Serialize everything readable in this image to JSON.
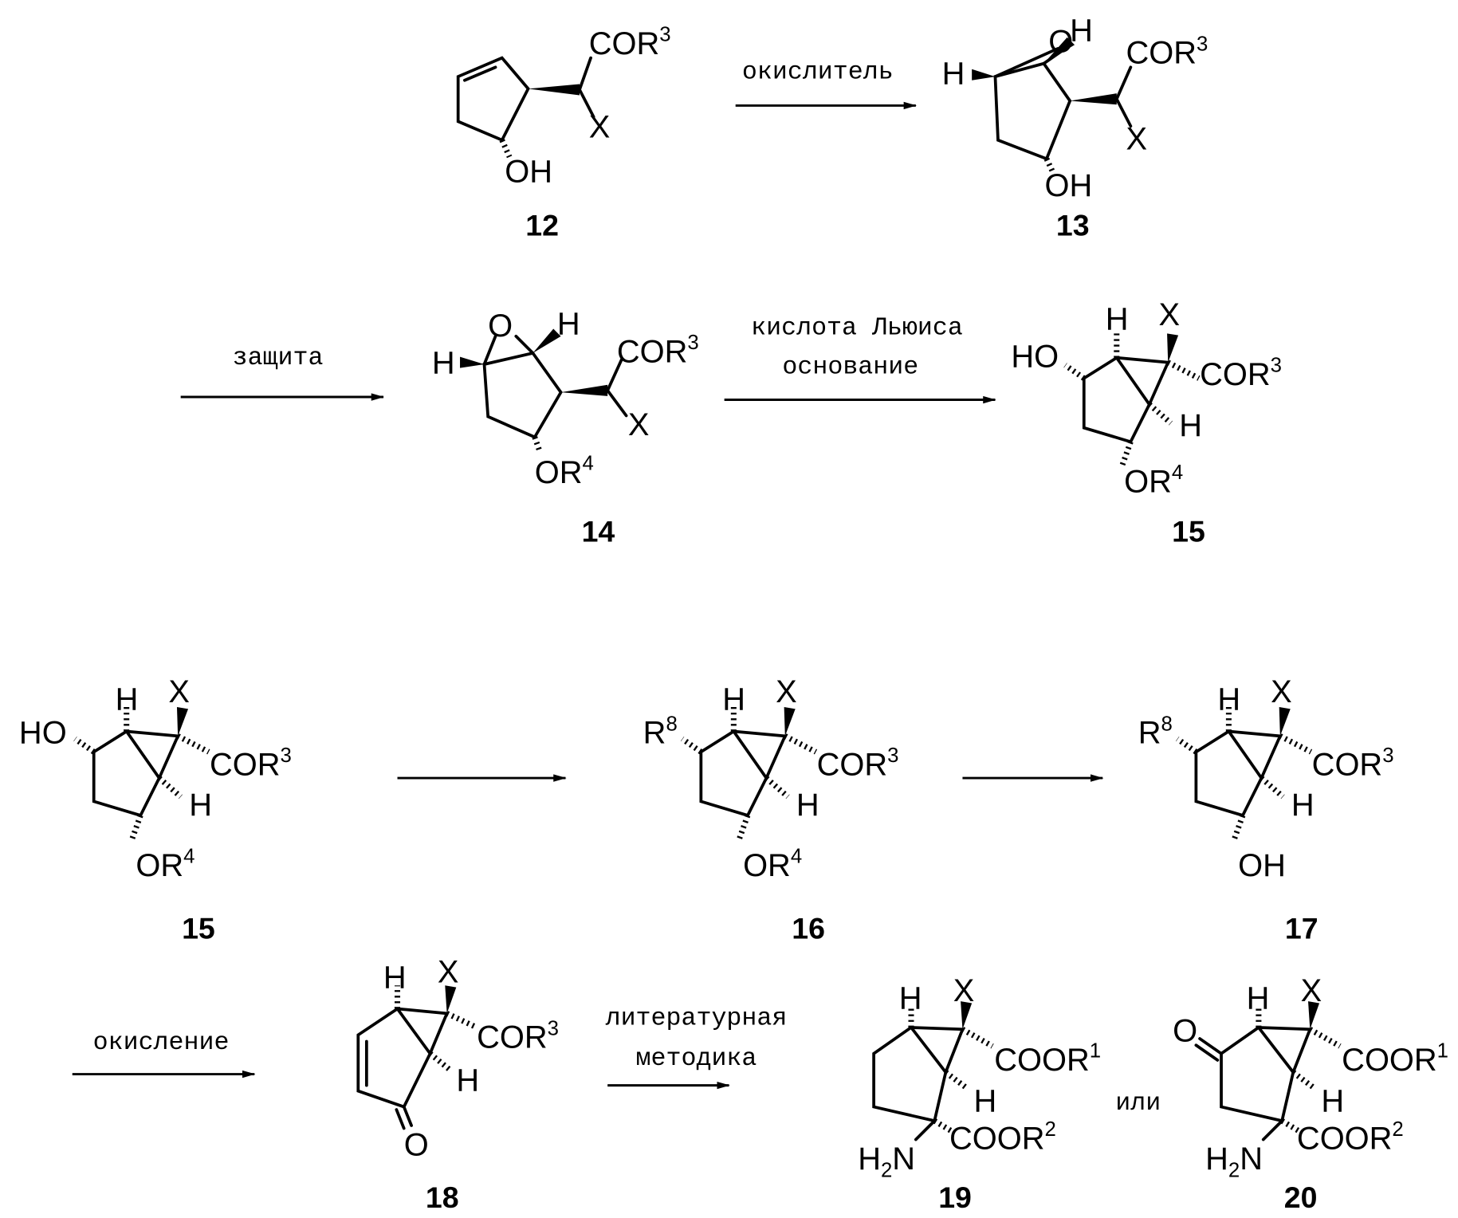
{
  "reagents": {
    "oxidant": "окислитель",
    "protection": "защита",
    "lewis_acid": "кислота Льюиса",
    "base": "основание",
    "oxidation": "окисление",
    "literature_1": "литературная",
    "literature_2": "методика",
    "or": "или"
  },
  "compounds": {
    "c12": "12",
    "c13": "13",
    "c14": "14",
    "c15a": "15",
    "c15b": "15",
    "c16": "16",
    "c17": "17",
    "c18": "18",
    "c19": "19",
    "c20": "20"
  },
  "atoms": {
    "COR": "COR",
    "COOR": "COOR",
    "OH": "OH",
    "HO": "HO",
    "OR": "OR",
    "R": "R",
    "X": "X",
    "H": "H",
    "O": "O",
    "N": "N",
    "s1": "1",
    "s2": "2",
    "s3": "3",
    "s4": "4",
    "s8": "8"
  }
}
